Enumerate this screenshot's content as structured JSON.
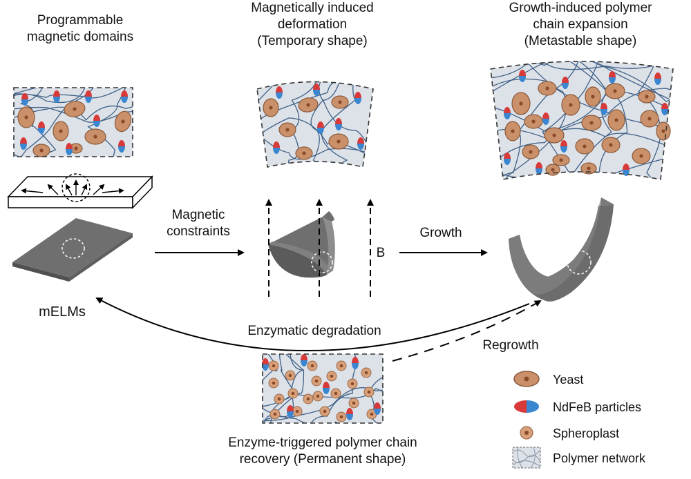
{
  "stages": {
    "initial": {
      "title_lines": [
        "Programmable",
        "magnetic domains"
      ]
    },
    "temporary": {
      "title_lines": [
        "Magnetically induced",
        "deformation",
        "(Temporary shape)"
      ]
    },
    "metastable": {
      "title_lines": [
        "Growth-induced polymer",
        "chain expansion",
        "(Metastable shape)"
      ]
    },
    "permanent": {
      "title_lines": [
        "Enzyme-triggered polymer chain",
        "recovery (Permanent shape)"
      ]
    }
  },
  "arrows": {
    "magnetic_constraints_lines": [
      "Magnetic",
      "constraints"
    ],
    "field_label": "B",
    "growth": "Growth",
    "enzymatic_degradation": "Enzymatic degradation",
    "regrowth": "Regrowth"
  },
  "material_label": "mELMs",
  "legend": [
    {
      "label": "Yeast",
      "icon": "yeast-icon"
    },
    {
      "label": "NdFeB particles",
      "icon": "ndfeb-particle-icon"
    },
    {
      "label": "Spheroplast",
      "icon": "spheroplast-icon"
    },
    {
      "label": "Polymer network",
      "icon": "polymer-network-icon"
    }
  ],
  "colors": {
    "network_bg": "#dde2e8",
    "polymer_chain": "#3f5f86",
    "yeast_fill": "#c9906a",
    "yeast_stroke": "#8a5a3c",
    "ndfeb_red": "#d83a3a",
    "ndfeb_blue": "#3a86d1",
    "sheet_gray": "#707070"
  }
}
